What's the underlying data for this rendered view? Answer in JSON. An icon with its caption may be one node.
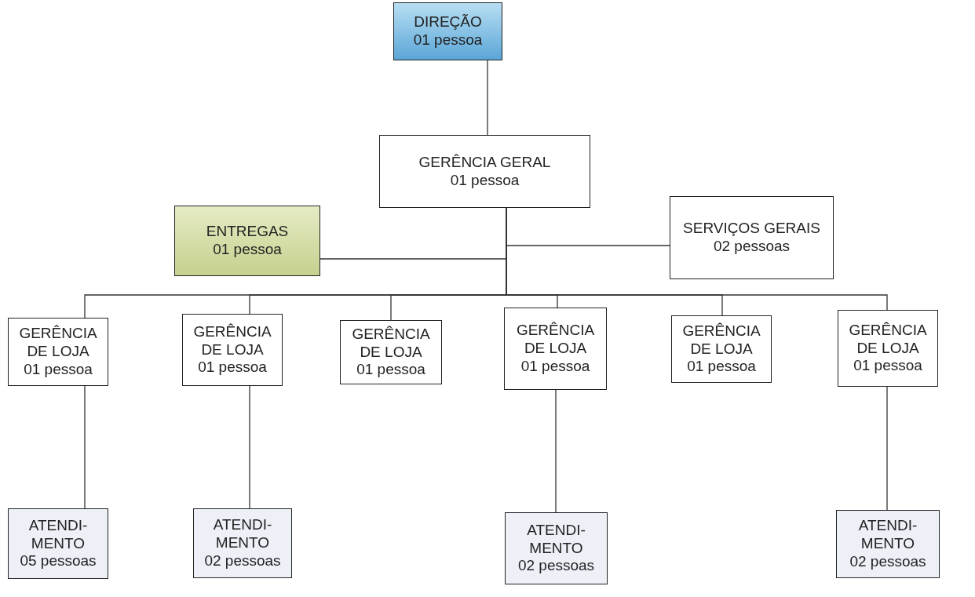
{
  "diagram": {
    "nodes": [
      {
        "text": [
          "DIREÇÃO",
          "01 pessoa"
        ]
      },
      {
        "text": [
          "GERÊNCIA GERAL",
          "01 pessoa"
        ]
      },
      {
        "text": [
          "ENTREGAS",
          "01 pessoa"
        ]
      },
      {
        "text": [
          "SERVIÇOS GERAIS",
          "02 pessoas"
        ]
      },
      {
        "text": [
          "GERÊNCIA DE LOJA",
          "01 pessoa"
        ]
      },
      {
        "text": [
          "GERÊNCIA DE LOJA",
          "01 pessoa"
        ]
      },
      {
        "text": [
          "GERÊNCIA DE LOJA",
          "01 pessoa"
        ]
      },
      {
        "text": [
          "GERÊNCIA DE LOJA",
          "01 pessoa"
        ]
      },
      {
        "text": [
          "GERÊNCIA DE LOJA",
          "01 pessoa"
        ]
      },
      {
        "text": [
          "GERÊNCIA DE LOJA",
          "01 pessoa"
        ]
      },
      {
        "text": [
          "ATENDI- MENTO",
          "05 pessoas"
        ]
      },
      {
        "text": [
          "ATENDI- MENTO",
          "02 pessoas"
        ]
      },
      {
        "text": [
          "ATENDI- MENTO",
          "02 pessoas"
        ]
      },
      {
        "text": [
          "ATENDI- MENTO",
          "02 pessoas"
        ]
      }
    ],
    "edges": [
      {
        "from": 0,
        "to": 1,
        "arrow": "none"
      },
      {
        "from": 1,
        "to": 2,
        "arrow": "none"
      },
      {
        "from": 1,
        "to": 3,
        "arrow": "none"
      },
      {
        "from": 1,
        "to": 4,
        "arrow": "none"
      },
      {
        "from": 1,
        "to": 5,
        "arrow": "none"
      },
      {
        "from": 1,
        "to": 6,
        "arrow": "none"
      },
      {
        "from": 1,
        "to": 7,
        "arrow": "none"
      },
      {
        "from": 1,
        "to": 8,
        "arrow": "none"
      },
      {
        "from": 1,
        "to": 9,
        "arrow": "none"
      },
      {
        "from": 4,
        "to": 10,
        "arrow": "none"
      },
      {
        "from": 5,
        "to": 11,
        "arrow": "none"
      },
      {
        "from": 7,
        "to": 12,
        "arrow": "none"
      },
      {
        "from": 9,
        "to": 13,
        "arrow": "none"
      }
    ]
  }
}
